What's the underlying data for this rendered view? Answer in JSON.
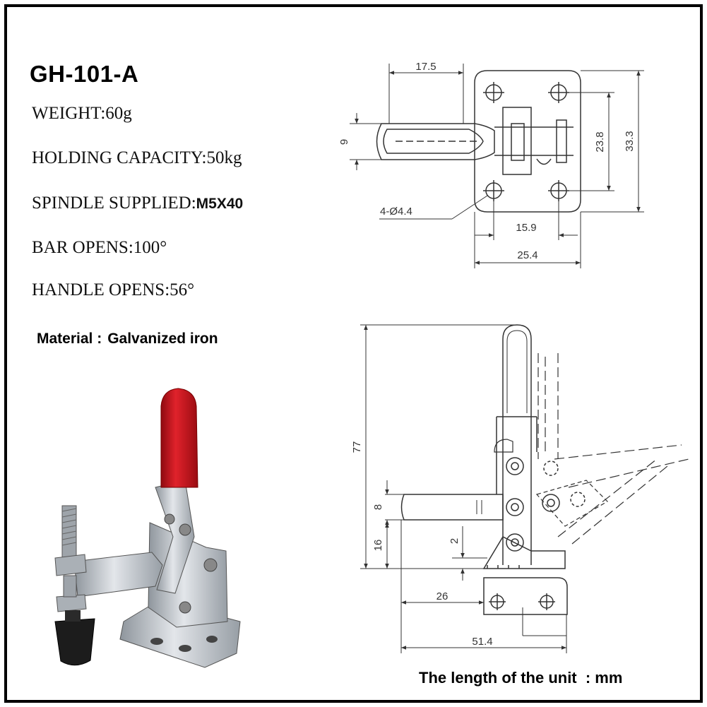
{
  "title": "GH-101-A",
  "specs": {
    "weight": "WEIGHT:60g",
    "holding_capacity": "HOLDING CAPACITY:50kg",
    "spindle_label": "SPINDLE SUPPLIED:",
    "spindle_value": "M5X40",
    "bar_opens": "BAR OPENS:100°",
    "handle_opens": "HANDLE OPENS:56°"
  },
  "material": {
    "label": "Material :",
    "value": "Galvanized iron"
  },
  "unit_note": "The length of the unit  : mm",
  "top_view": {
    "dims": {
      "d17_5": "17.5",
      "d9": "9",
      "d23_8": "23.8",
      "d33_3": "33.3",
      "hole": "4-Ø4.4",
      "d15_9": "15.9",
      "d25_4": "25.4"
    }
  },
  "side_view": {
    "dims": {
      "d77": "77",
      "d8": "8",
      "d16": "16",
      "d2": "2",
      "d26": "26",
      "d51_4": "51.4"
    }
  },
  "colors": {
    "line": "#333333",
    "handle_red": "#c8101a",
    "metal": "#b9bec4"
  }
}
